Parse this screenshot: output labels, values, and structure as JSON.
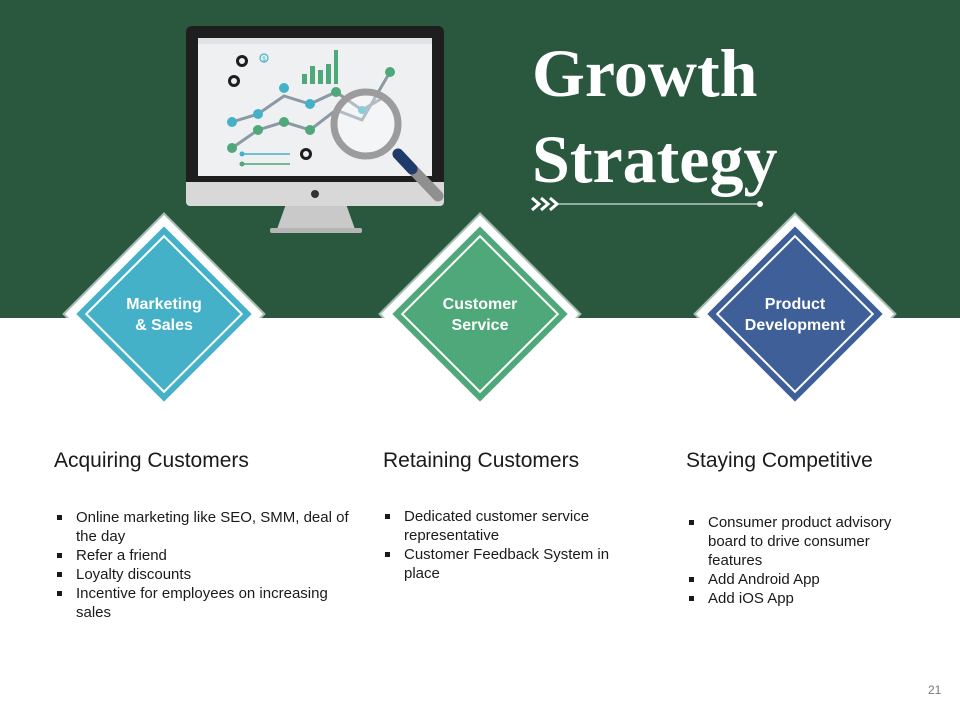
{
  "title": {
    "line1": "Growth",
    "line2": "Strategy"
  },
  "colors": {
    "band": "#29583f",
    "teal": "#45b1c8",
    "green": "#4fa87a",
    "blue": "#3e5f98"
  },
  "pillars": [
    {
      "label_line1": "Marketing",
      "label_line2": "& Sales",
      "heading": "Acquiring Customers",
      "bullets": [
        "Online marketing like SEO, SMM, deal of the day",
        "Refer a friend",
        "Loyalty discounts",
        "Incentive for employees on increasing sales"
      ]
    },
    {
      "label_line1": "Customer",
      "label_line2": "Service",
      "heading": "Retaining Customers",
      "bullets": [
        "Dedicated customer service representative",
        "Customer Feedback System in place"
      ]
    },
    {
      "label_line1": "Product",
      "label_line2": "Development",
      "heading": "Staying Competitive",
      "bullets": [
        "Consumer product advisory board to drive consumer features",
        "Add Android App",
        "Add iOS App"
      ]
    }
  ],
  "page_number": "21",
  "illustration": {
    "icon": "monitor-analytics-icon",
    "screen_symbol": "$"
  }
}
